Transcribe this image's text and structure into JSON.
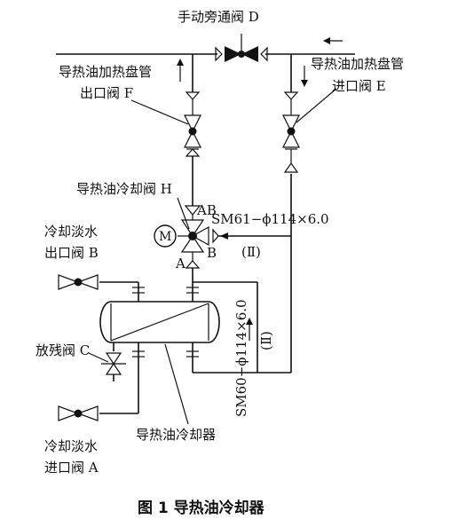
{
  "valves": {
    "D": {
      "line1": "手动旁通阀 D"
    },
    "F": {
      "line1": "导热油加热盘管",
      "line2": "出口阀 F"
    },
    "E": {
      "line1": "导热油加热盘管",
      "line2": "进口阀 E"
    },
    "H": {
      "line1": "导热油冷却阀 H"
    },
    "B": {
      "line1": "冷却淡水",
      "line2": "出口阀 B"
    },
    "C": {
      "line1": "放残阀 C"
    },
    "A": {
      "line1": "冷却淡水",
      "line2": "进口阀 A"
    }
  },
  "ports": {
    "ab": "AB",
    "a": "A",
    "b": "B",
    "motor": "M"
  },
  "pipes": {
    "sm61": "SM61−ϕ114×6.0",
    "sm61_circuit": "(Ⅱ)",
    "sm60": "SM60−ϕ114×6.0",
    "sm60_circuit": "(Ⅱ)"
  },
  "cooler_label": "导热油冷却器",
  "caption": "图 1    导热油冷却器"
}
